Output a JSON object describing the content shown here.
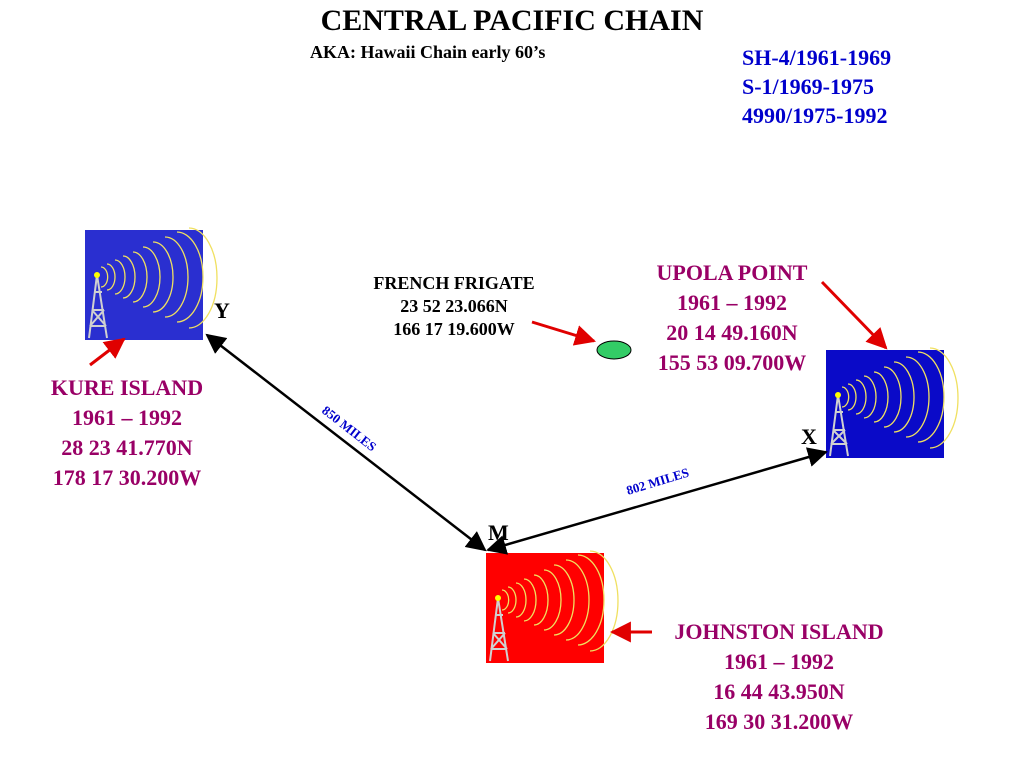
{
  "title": "CENTRAL PACIFIC CHAIN",
  "subtitle": "AKA: Hawaii Chain early 60’s",
  "designations": [
    "SH-4/1961-1969",
    "S-1/1969-1975",
    "4990/1975-1992"
  ],
  "stations": {
    "kure": {
      "name": "KURE ISLAND",
      "years": "1961 – 1992",
      "lat": "28 23 41.770N",
      "lon": "178 17 30.200W",
      "letter": "Y"
    },
    "upola": {
      "name": "UPOLA POINT",
      "years": "1961 – 1992",
      "lat": "20 14 49.160N",
      "lon": "155 53 09.700W",
      "letter": "X"
    },
    "johnston": {
      "name": "JOHNSTON ISLAND",
      "years": "1961 – 1992",
      "lat": "16 44 43.950N",
      "lon": "169 30 31.200W",
      "letter": "M"
    }
  },
  "monitor": {
    "name": "FRENCH FRIGATE",
    "lat": "23 52 23.066N",
    "lon": "166 17 19.600W"
  },
  "distances": {
    "kure_johnston": "850 MILES",
    "upola_johnston": "802 MILES"
  },
  "colors": {
    "station_blue": "#2a2fd0",
    "station_red": "#ff0000",
    "label_purple": "#990066",
    "history_blue": "#0000cc",
    "pointer_red": "#e00000",
    "frigate_green": "#33cc66"
  },
  "icons": {
    "station": "radio-tower-icon",
    "monitor": "island-marker-icon"
  }
}
